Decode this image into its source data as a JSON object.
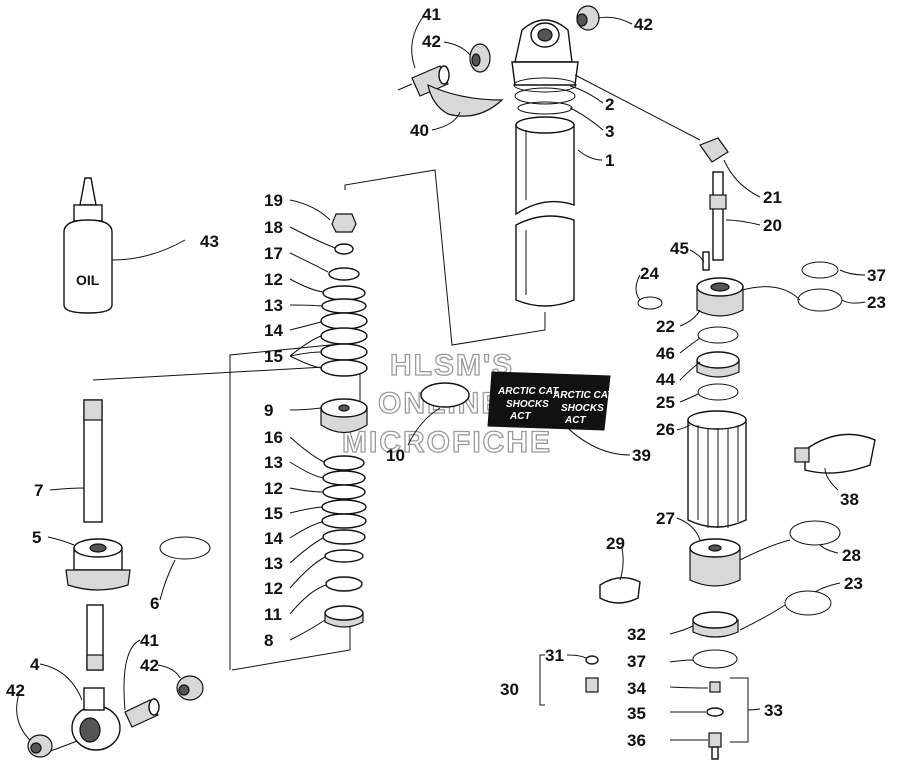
{
  "watermark": {
    "line1": "HLSM'S",
    "line2": "ONLINE",
    "line3": "MICROFICHE"
  },
  "bottle_label": "OIL",
  "decal_text": {
    "line1": "ARCTIC CAT",
    "line2": "SHOCKS",
    "logo": "ACT"
  },
  "callouts": [
    "41",
    "42",
    "42",
    "40",
    "2",
    "3",
    "1",
    "21",
    "20",
    "45",
    "24",
    "37",
    "23",
    "22",
    "46",
    "44",
    "25",
    "26",
    "38",
    "39",
    "27",
    "28",
    "29",
    "23",
    "32",
    "31",
    "30",
    "37",
    "34",
    "33",
    "35",
    "36",
    "43",
    "19",
    "18",
    "17",
    "12",
    "13",
    "14",
    "15",
    "9",
    "16",
    "13",
    "12",
    "15",
    "14",
    "13",
    "12",
    "11",
    "8",
    "10",
    "7",
    "5",
    "6",
    "4",
    "41",
    "42",
    "42"
  ]
}
